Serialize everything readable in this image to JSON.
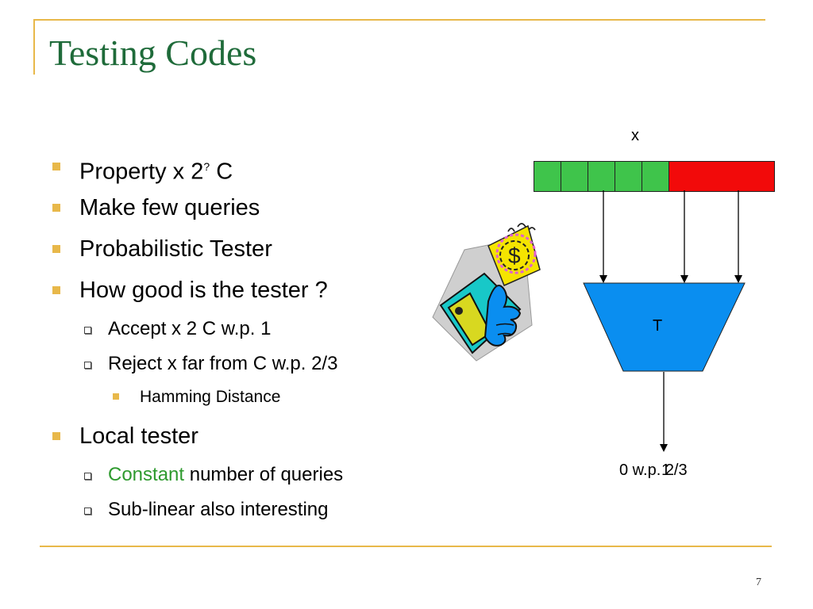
{
  "slide": {
    "title": "Testing Codes",
    "page_number": "7"
  },
  "bullets": [
    {
      "level": 1,
      "parts": [
        "Property x 2",
        "?",
        " C"
      ]
    },
    {
      "level": 1,
      "text": "Make few queries"
    },
    {
      "level": 1,
      "text": "Probabilistic Tester"
    },
    {
      "level": 1,
      "text": "How good is the tester ?"
    },
    {
      "level": 2,
      "text": "Accept x 2 C w.p. 1"
    },
    {
      "level": 2,
      "text": "Reject x far from C w.p. 2/3"
    },
    {
      "level": 3,
      "text": "Hamming Distance"
    },
    {
      "level": 1,
      "text": "Local tester"
    },
    {
      "level": 2,
      "highlight": "Constant",
      "rest": " number of queries"
    },
    {
      "level": 2,
      "text": "Sub-linear also interesting"
    }
  ],
  "diagram": {
    "input_label": "x",
    "tester_label": "T",
    "output_label": "0 w.p. 2/3",
    "output_overlap": "1",
    "colors": {
      "accepted_cells": "#3fc44b",
      "rejected_cells": "#f20a0a",
      "tester": "#0a8ef0"
    }
  },
  "colors": {
    "title": "#1f6b3a",
    "rule": "#e8b84a",
    "highlight": "#2e9a2e"
  },
  "clipart": "thumbs-up-money-clipart"
}
